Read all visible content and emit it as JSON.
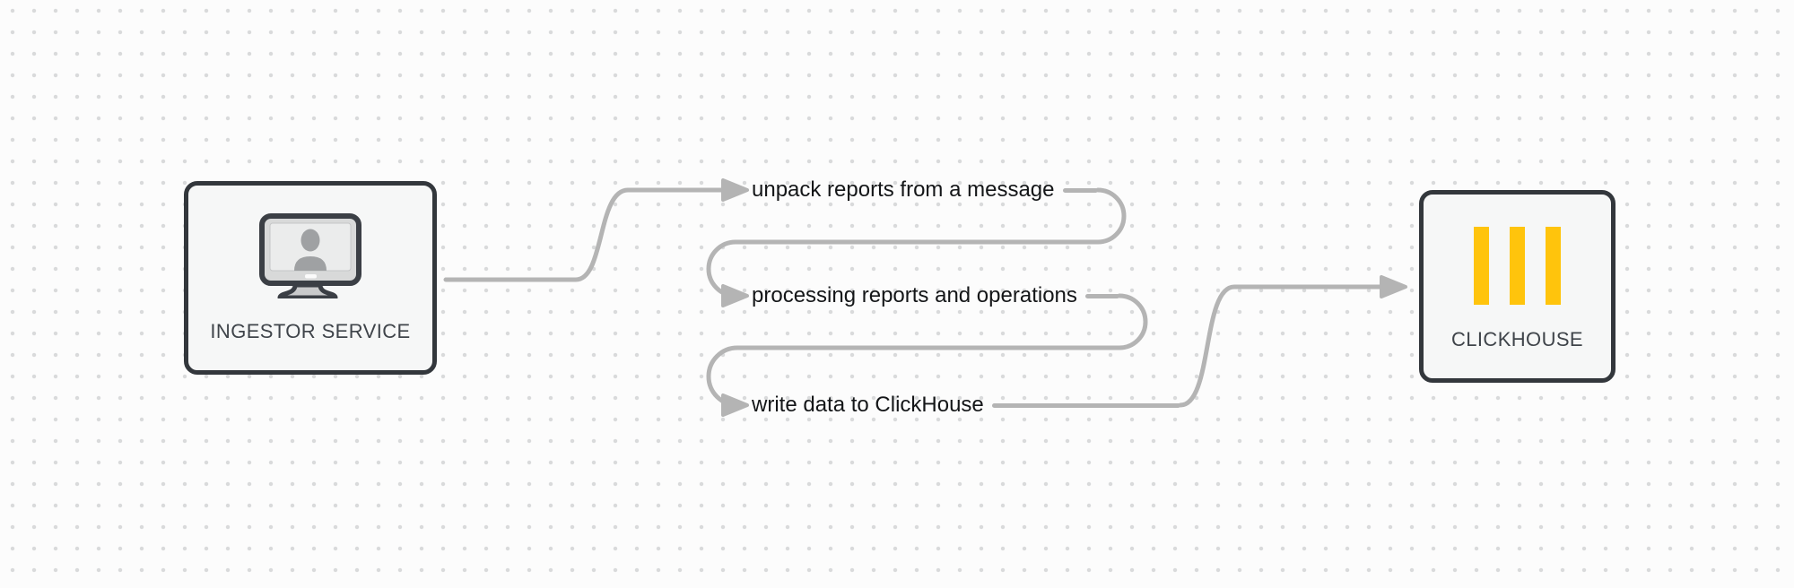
{
  "nodes": [
    {
      "id": "ingestor-service",
      "label": "INGESTOR SERVICE",
      "icon": "monitor-user-icon"
    },
    {
      "id": "clickhouse",
      "label": "CLICKHOUSE",
      "icon": "clickhouse-bars-logo"
    }
  ],
  "steps": [
    {
      "label": "unpack reports from a message"
    },
    {
      "label": "processing reports and operations"
    },
    {
      "label": "write data to ClickHouse"
    }
  ],
  "colors": {
    "background": "#fcfcfc",
    "grid_dots": "#d9dadb",
    "connector_gray": "#b4b4b4",
    "node_border": "#33373c",
    "node_fill": "#f6f7f7",
    "node_label_text": "#3f444a",
    "step_text": "#141618",
    "clickhouse_yellow": "#FFC40C"
  }
}
